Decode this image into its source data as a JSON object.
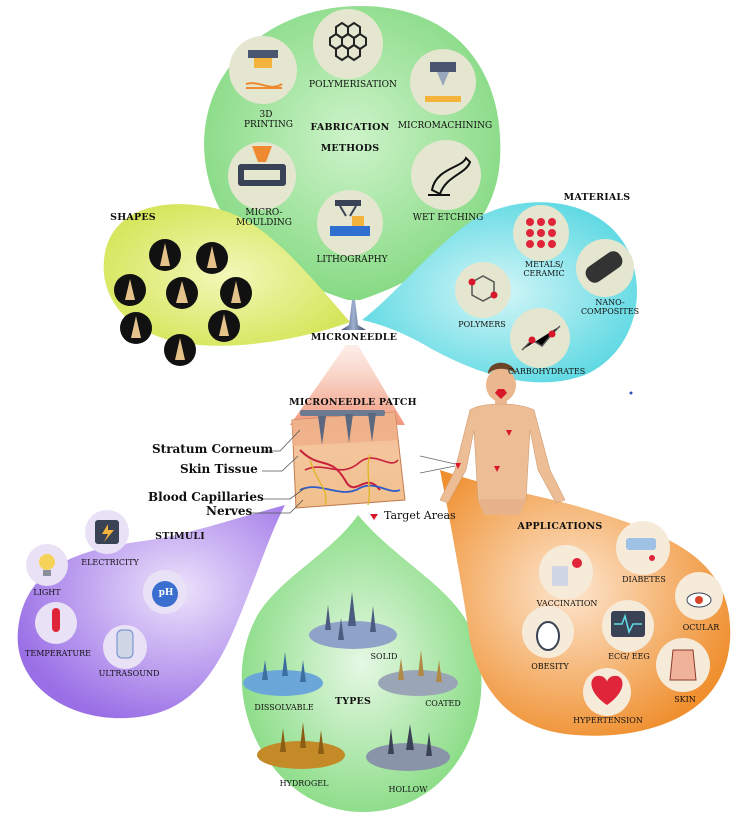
{
  "fabrication": {
    "title_line1": "FABRICATION",
    "title_line2": "METHODS",
    "items": {
      "printing3d": [
        "3D",
        "PRINTING"
      ],
      "polymerisation": "POLYMERISATION",
      "micromachining": "MICROMACHINING",
      "micromoulding": [
        "MICRO-",
        "MOULDING"
      ],
      "lithography": "LITHOGRAPHY",
      "wet_etching": "WET ETCHING"
    }
  },
  "shapes": {
    "title": "SHAPES"
  },
  "materials": {
    "title": "MATERIALS",
    "items": {
      "metals": [
        "METALS/",
        "CERAMIC"
      ],
      "polymers": "POLYMERS",
      "nano": [
        "NANO-",
        "COMPOSITES"
      ],
      "carbohydrates": "CARBOHYDRATES"
    }
  },
  "center": {
    "microneedle": "MICRONEEDLE",
    "patch": "MICRONEEDLE PATCH",
    "skin_layers": [
      "Stratum Corneum",
      "Skin Tissue",
      "Blood Capillaries",
      "Nerves"
    ],
    "target_areas": "Target Areas"
  },
  "stimuli": {
    "title": "STIMULI",
    "items": {
      "electricity": "ELECTRICITY",
      "light": "LIGHT",
      "ph": "pH",
      "temperature": "TEMPERATURE",
      "ultrasound": "ULTRASOUND"
    }
  },
  "types": {
    "title": "TYPES",
    "items": {
      "solid": "SOLID",
      "dissolvable": "DISSOLVABLE",
      "coated": "COATED",
      "hydrogel": "HYDROGEL",
      "hollow": "HOLLOW"
    }
  },
  "applications": {
    "title": "APPLICATIONS",
    "items": {
      "diabetes": "DIABETES",
      "vaccination": "VACCINATION",
      "ocular": "OCULAR",
      "ecg": "ECG/ EEG",
      "obesity": "OBESITY",
      "skin": "SKIN",
      "hypertension": "HYPERTENSION"
    }
  },
  "colors": {
    "fabrication_green": "#a6e6a2",
    "shapes_yellow": "#e7f08a",
    "materials_cyan": "#7fe3ea",
    "stimuli_purple": "#b590f0",
    "types_green": "#9ee49a",
    "applications_orange": "#f3a04a",
    "target_red": "#d8182a",
    "icon_circle": "#e4e6cf"
  }
}
